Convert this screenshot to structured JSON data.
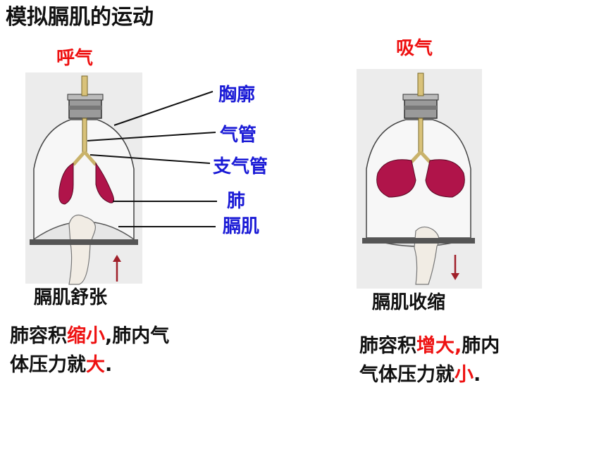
{
  "title": "模拟膈肌的运动",
  "left": {
    "state": "呼气",
    "caption": "膈肌舒张",
    "para": {
      "l1_a": "肺容积",
      "l1_b": "缩小",
      "l1_c": ",肺内气",
      "l2_a": "体压力就",
      "l2_b": "大",
      "l2_c": "."
    }
  },
  "right": {
    "state": "吸气",
    "caption": "膈肌收缩",
    "para": {
      "l1_a": "肺容积",
      "l1_b": "增大,",
      "l1_c": "肺内",
      "l2_a": "气体压力就",
      "l2_b": "小",
      "l2_c": "."
    }
  },
  "labels": [
    "胸廓",
    "气管",
    "支气管",
    "肺",
    "膈肌"
  ],
  "colors": {
    "highlight": "#ee1111",
    "label": "#1a1ad6",
    "lung": "#b0144a"
  }
}
